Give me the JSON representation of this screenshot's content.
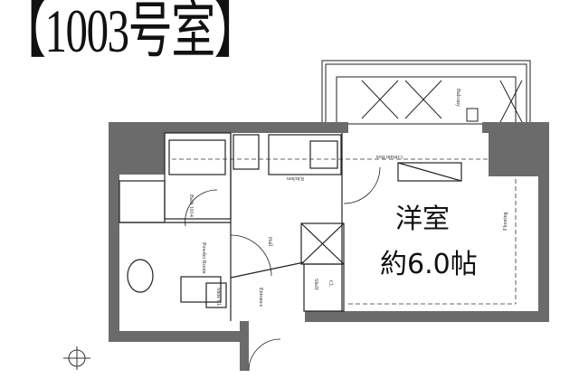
{
  "title": "【1003号室】",
  "room": {
    "name": "洋室",
    "size": "約6.0帖"
  },
  "labels": {
    "balcony": "Balcony",
    "kitchen": "Kitchen",
    "bath": "Bath 1014",
    "hall": "Hall",
    "powder_room": "Powder Room",
    "entrance": "Entrance",
    "closet": "Cl.",
    "shelf": "Shelf",
    "shoe_closet": "Shoe Cl.",
    "curtain_box": "Curtain Box",
    "floor_heating": "Flooring"
  },
  "colors": {
    "wall": "#6b6b6b",
    "line": "#222222"
  }
}
